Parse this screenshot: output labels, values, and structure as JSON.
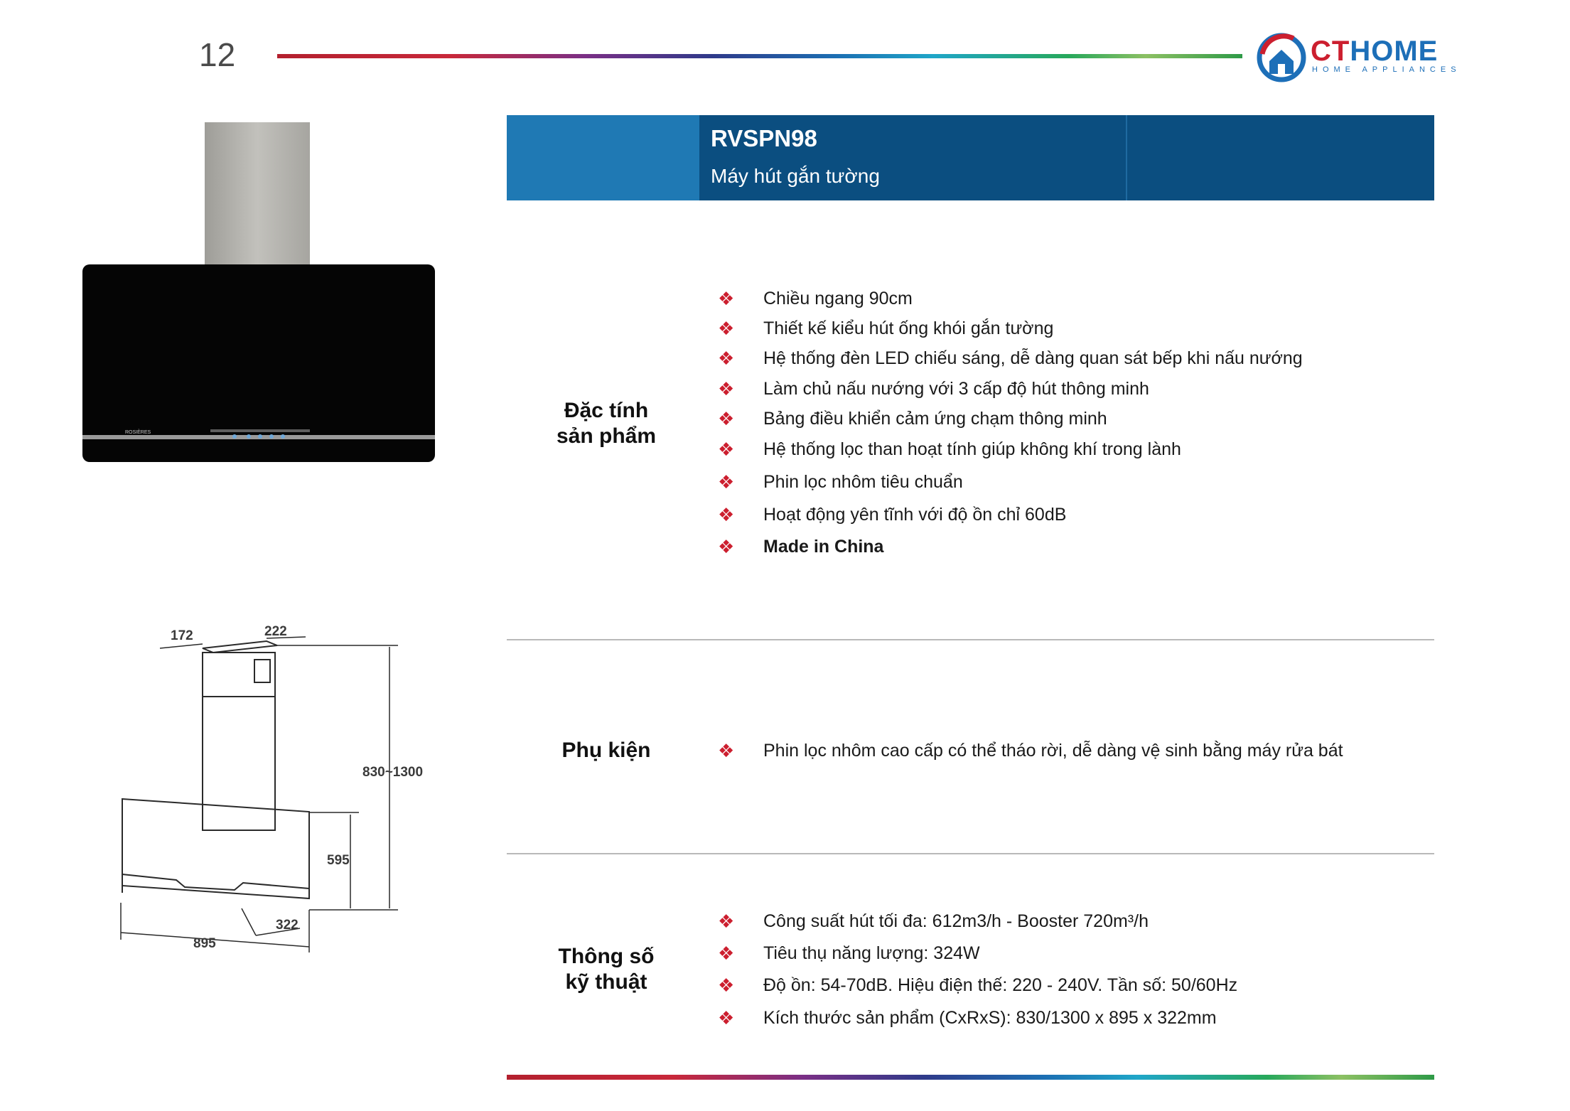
{
  "page": {
    "number": "12"
  },
  "logo": {
    "brand_ct": "CT",
    "brand_home": "HOME",
    "sub": "HOME APPLIANCES",
    "icon": "house-logo-icon",
    "colors": {
      "red": "#cc1f2f",
      "blue": "#1d6fb8"
    }
  },
  "header": {
    "model": "RVSPN98",
    "subtitle": "Máy hút gắn tường",
    "colors": {
      "band": "#0b4e80",
      "accent": "#1f79b4"
    }
  },
  "sections": {
    "features": {
      "label_line1": "Đặc tính",
      "label_line2": "sản phẩm",
      "items": [
        "Chiều ngang 90cm",
        "Thiết kế kiểu hút ống khói gắn tường",
        "Hệ thống đèn LED chiếu sáng, dễ dàng quan sát bếp khi nấu nướng",
        "Làm chủ nấu nướng với 3 cấp độ hút thông minh",
        "Bảng điều khiển cảm ứng chạm thông minh",
        "Hệ thống lọc than hoạt tính giúp không khí trong lành",
        "Phin lọc nhôm tiêu chuẩn",
        "Hoạt động yên tĩnh với độ ồn chỉ 60dB",
        "Made in China"
      ]
    },
    "accessories": {
      "label": "Phụ kiện",
      "items": [
        "Phin lọc nhôm cao cấp có thể tháo rời, dễ dàng vệ sinh bằng máy rửa bát"
      ]
    },
    "specs": {
      "label_line1": "Thông số",
      "label_line2": "kỹ thuật",
      "items": [
        "Công suất hút tối đa: 612m3/h - Booster 720m³/h",
        "Tiêu thụ năng lượng: 324W",
        "Độ ồn: 54-70dB. Hiệu điện thế: 220 - 240V. Tần số: 50/60Hz",
        "Kích thước sản phẩm (CxRxS): 830/1300 x 895 x 322mm"
      ]
    }
  },
  "product_image": {
    "brand_label": "ROSIÈRES"
  },
  "diagram": {
    "width_top": "172",
    "depth_top": "222",
    "height_range": "830~1300",
    "hood_height": "595",
    "depth": "322",
    "width": "895"
  },
  "bullet_symbol": "❖",
  "bullet_color": "#cc1f2f"
}
